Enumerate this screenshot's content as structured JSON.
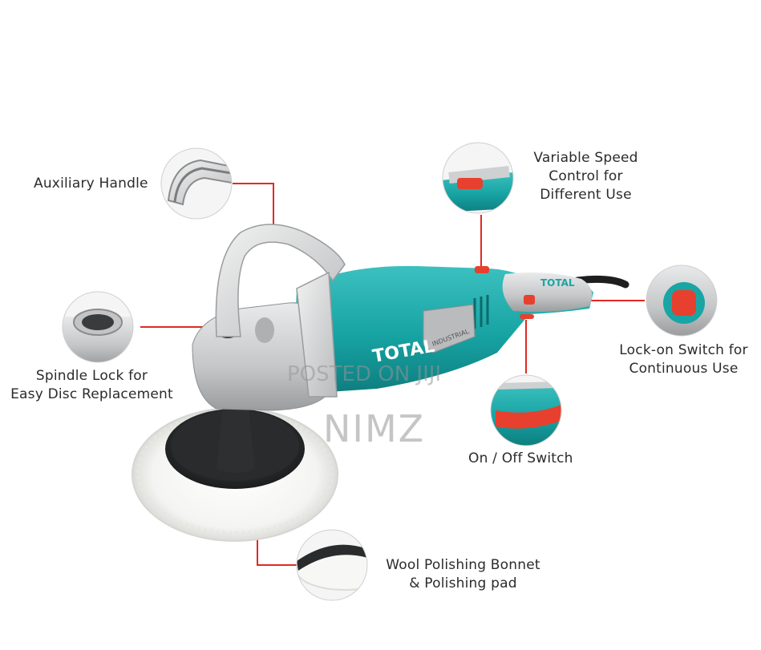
{
  "callouts": {
    "auxiliary_handle": "Auxiliary Handle",
    "variable_speed": [
      "Variable Speed",
      "Control for",
      "Different Use"
    ],
    "spindle_lock": [
      "Spindle Lock for",
      "Easy Disc Replacement"
    ],
    "lock_on_switch": [
      "Lock-on Switch for",
      "Continuous Use"
    ],
    "on_off_switch": "On / Off Switch",
    "wool_bonnet": [
      "Wool Polishing Bonnet",
      "& Polishing pad"
    ]
  },
  "brand": {
    "logo": "TOTAL",
    "badge": "INDUSTRIAL"
  },
  "watermark": {
    "line1": "POSTED ON JIJI",
    "line2": "NIMZ"
  },
  "colors": {
    "teal": "#1aa5a5",
    "grey_body": "#c8cacc",
    "leader": "#e02a22",
    "button": "#e8402e"
  },
  "icons": [
    "auxiliary-handle-detail",
    "variable-speed-detail",
    "spindle-lock-detail",
    "lock-on-switch-detail",
    "on-off-switch-detail",
    "wool-bonnet-detail"
  ]
}
